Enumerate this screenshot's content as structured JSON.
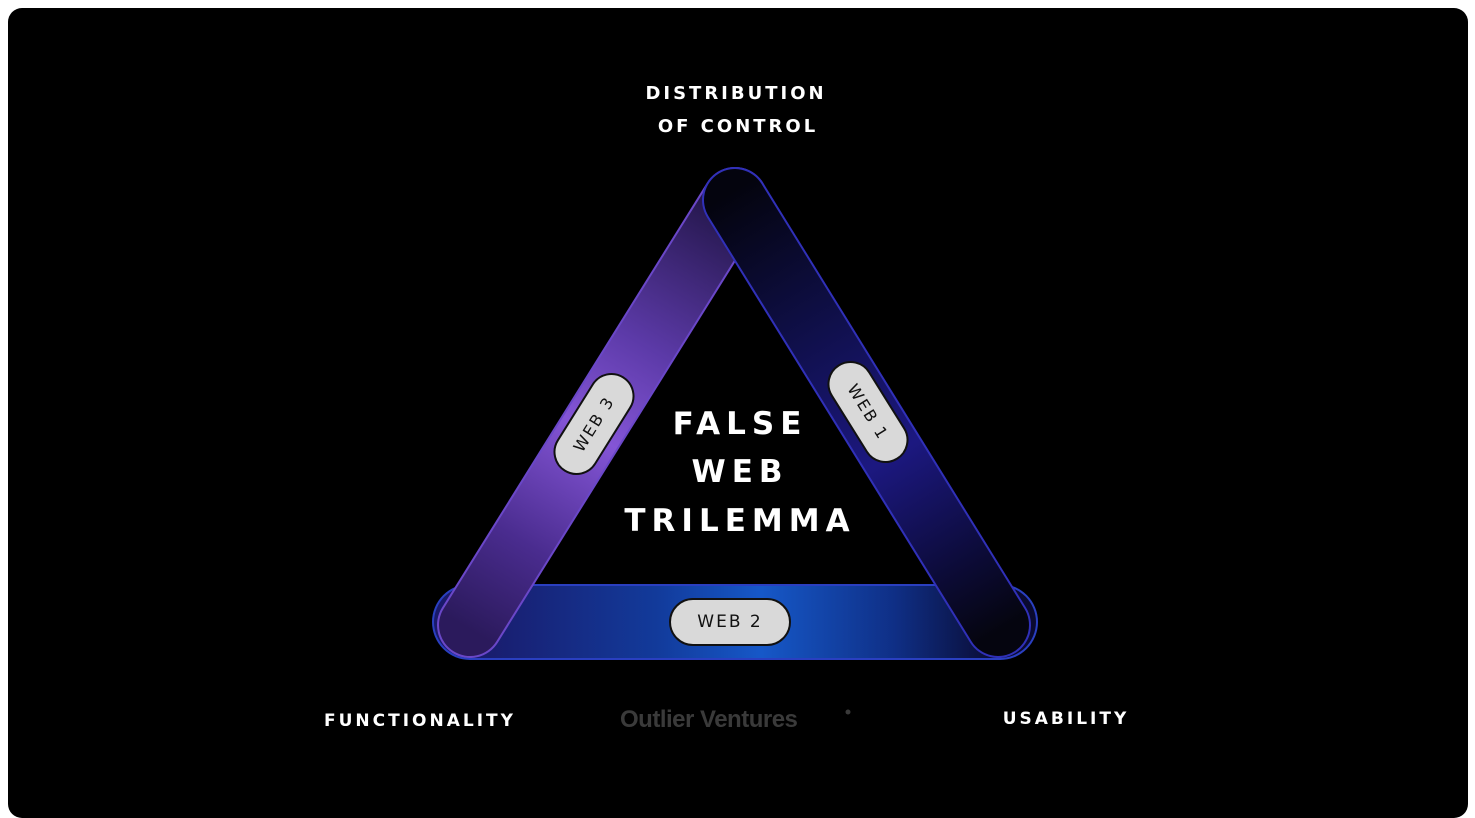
{
  "diagram": {
    "title_lines": [
      "FALSE",
      "WEB",
      "TRILEMMA"
    ],
    "vertices": {
      "top_lines": [
        "DISTRIBUTION",
        "OF CONTROL"
      ],
      "left": "FUNCTIONALITY",
      "right": "USABILITY"
    },
    "edges": {
      "left": "WEB 3",
      "right": "WEB 1",
      "bottom": "WEB 2"
    },
    "brand": "Outlier Ventures",
    "colors": {
      "background": "#000000",
      "web3_purple": "#7b4fd1",
      "web1_navy": "#14136b",
      "web2_blue": "#1348b0",
      "pill_fill": "#d9d9d9"
    }
  }
}
